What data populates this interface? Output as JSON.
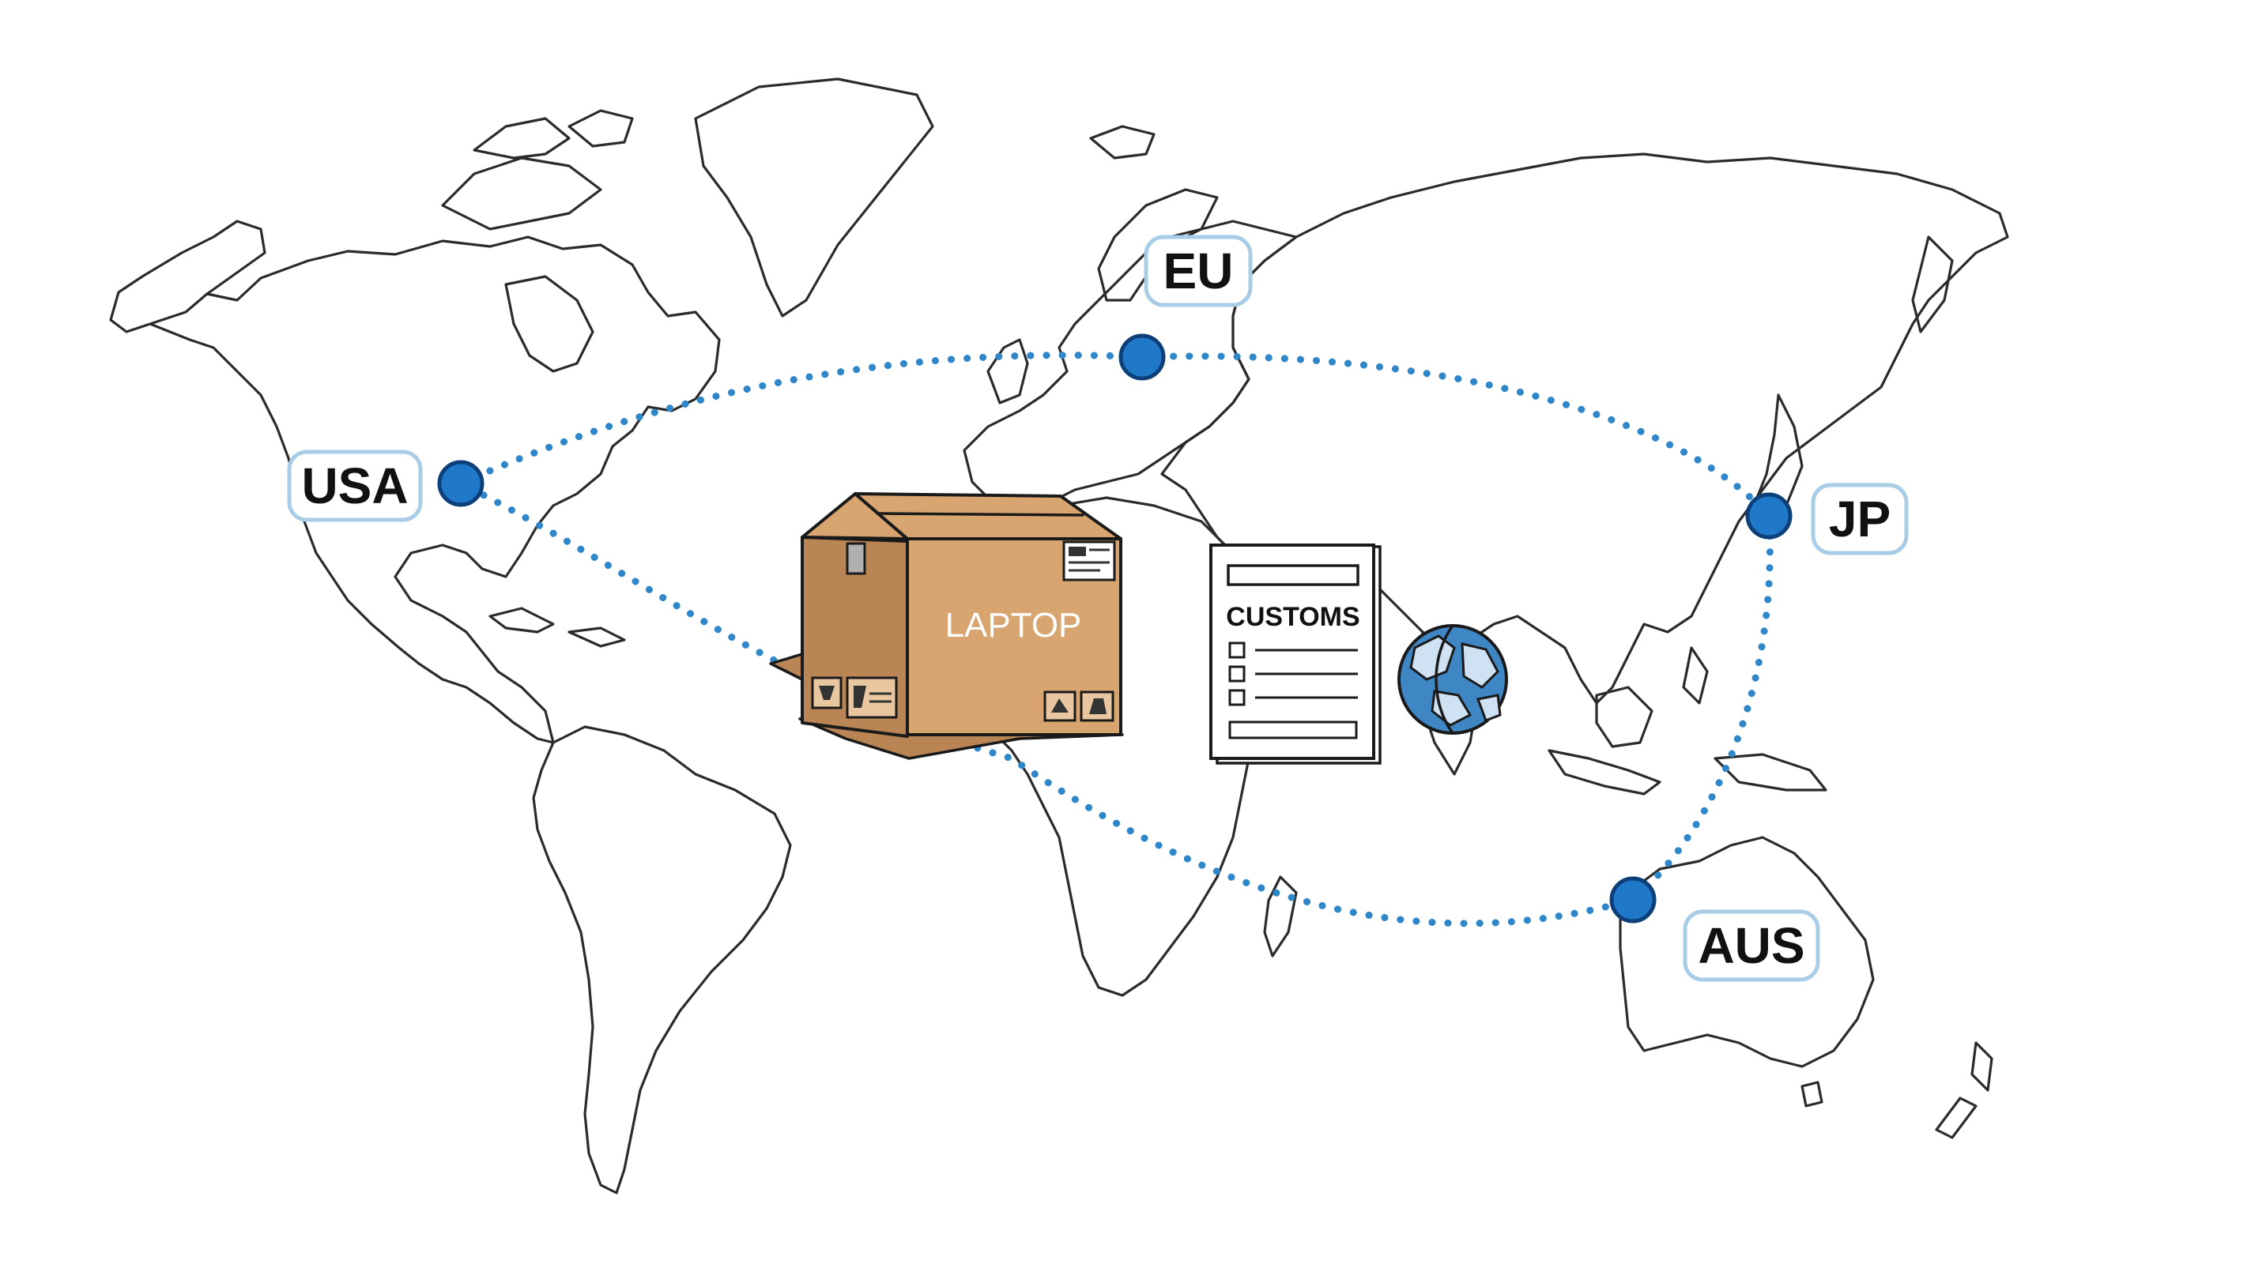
{
  "locations": [
    {
      "id": "usa",
      "label": "USA"
    },
    {
      "id": "eu",
      "label": "EU"
    },
    {
      "id": "jp",
      "label": "JP"
    },
    {
      "id": "aus",
      "label": "AUS"
    }
  ],
  "package": {
    "label": "LAPTOP"
  },
  "document": {
    "title": "CUSTOMS"
  },
  "icons": {
    "package": "cardboard-box-icon",
    "document": "customs-form-icon",
    "globe": "globe-icon"
  },
  "colors": {
    "route": "#2f86c8",
    "node": "#1f78c8",
    "label_border": "#a9cde6",
    "box": "#d8a46f",
    "box_shadow": "#b98555",
    "globe": "#3f86c4"
  }
}
